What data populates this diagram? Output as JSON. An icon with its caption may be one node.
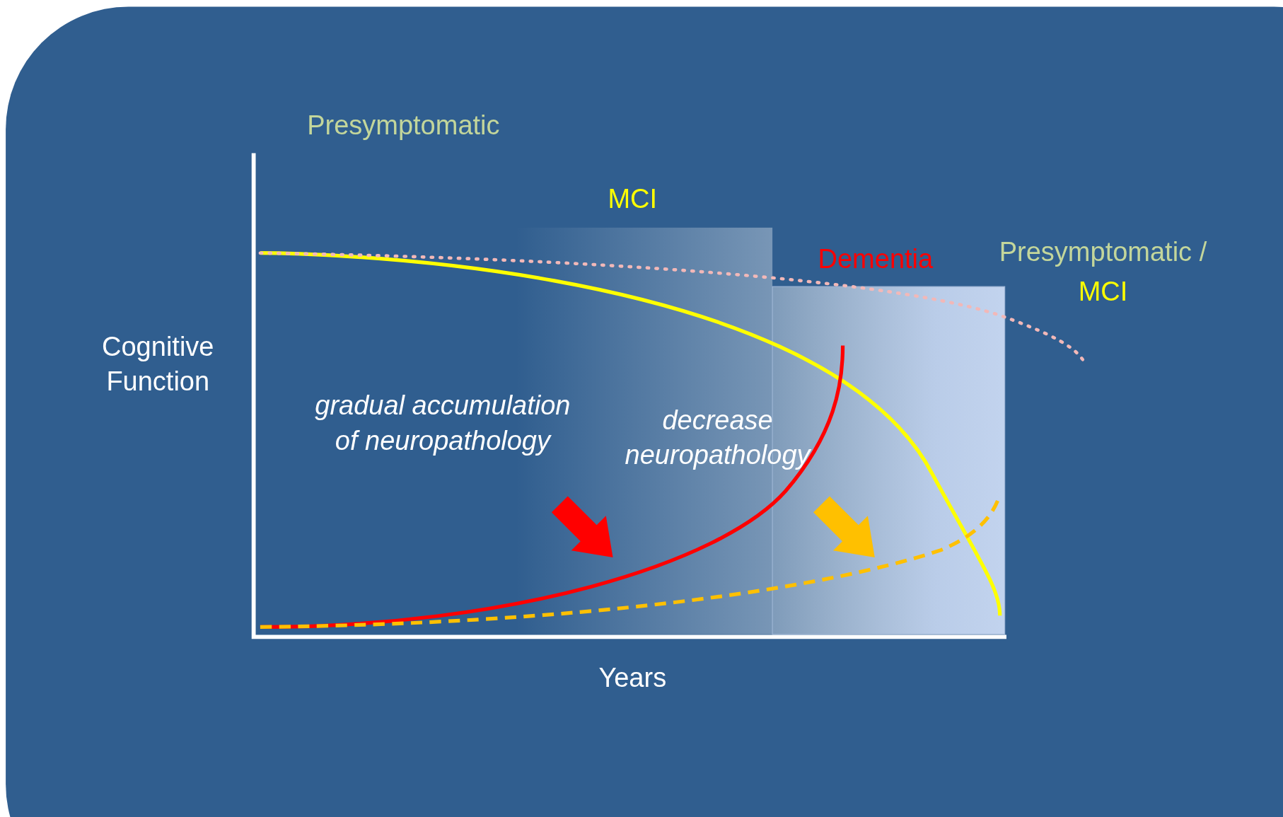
{
  "diagram": {
    "labels": [
      "Presymptomatic",
      "MCI",
      "Dementia",
      "Presymptomatic /",
      "MCI",
      "Cognitive Function",
      "gradual accumulation of neuropathology",
      "decrease neuropathology",
      "Years"
    ]
  }
}
